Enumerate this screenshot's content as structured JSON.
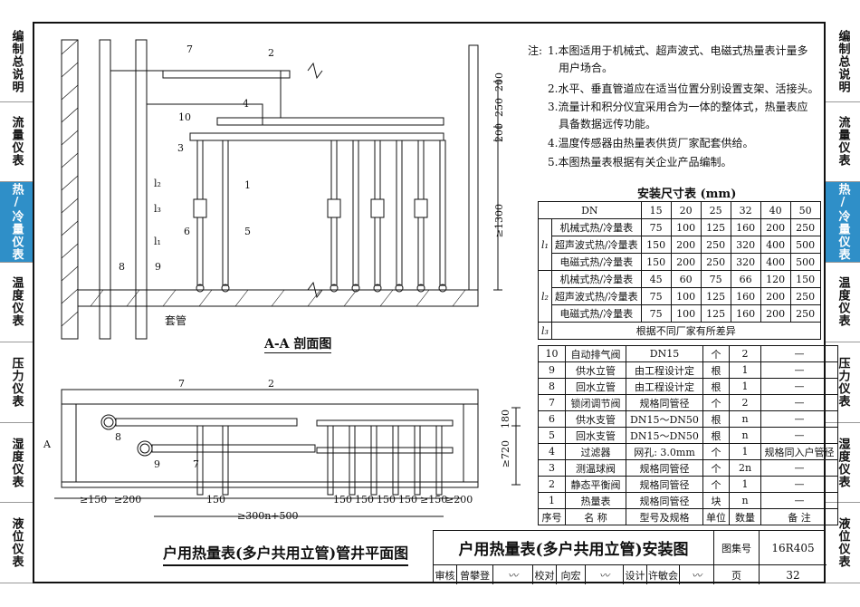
{
  "left_tabs": [
    {
      "label": "编制总说明",
      "active": false
    },
    {
      "label": "流量仪表",
      "active": false
    },
    {
      "label": "热/冷量仪表",
      "active": true
    },
    {
      "label": "温度仪表",
      "active": false
    },
    {
      "label": "压力仪表",
      "active": false
    },
    {
      "label": "湿度仪表",
      "active": false
    },
    {
      "label": "液位仪表",
      "active": false
    }
  ],
  "right_tabs": [
    {
      "label": "编制总说明",
      "active": false
    },
    {
      "label": "流量仪表",
      "active": false
    },
    {
      "label": "热/冷量仪表",
      "active": true
    },
    {
      "label": "温度仪表",
      "active": false
    },
    {
      "label": "压力仪表",
      "active": false
    },
    {
      "label": "湿度仪表",
      "active": false
    },
    {
      "label": "液位仪表",
      "active": false
    }
  ],
  "notes": {
    "prefix": "注:",
    "lines": [
      "1.本图适用于机械式、超声波式、电磁式热量表计量多",
      "用户场合。",
      "2.水平、垂直管道应在适当位置分别设置支架、活接头。",
      "3.流量计和积分仪宜采用合为一体的整体式，热量表应",
      "具备数据远传功能。",
      "4.温度传感器由热量表供货厂家配套供给。",
      "5.本图热量表根据有关企业产品编制。"
    ]
  },
  "size_table": {
    "caption": "安装尺寸表 (mm)",
    "header_dn": "DN",
    "dns": [
      "15",
      "20",
      "25",
      "32",
      "40",
      "50"
    ],
    "groups": [
      {
        "symbol": "l₁",
        "rows": [
          {
            "name": "机械式热/冷量表",
            "values": [
              "75",
              "100",
              "125",
              "160",
              "200",
              "250"
            ]
          },
          {
            "name": "超声波式热/冷量表",
            "values": [
              "150",
              "200",
              "250",
              "320",
              "400",
              "500"
            ]
          },
          {
            "name": "电磁式热/冷量表",
            "values": [
              "150",
              "200",
              "250",
              "320",
              "400",
              "500"
            ]
          }
        ]
      },
      {
        "symbol": "l₂",
        "rows": [
          {
            "name": "机械式热/冷量表",
            "values": [
              "45",
              "60",
              "75",
              "66",
              "120",
              "150"
            ]
          },
          {
            "name": "超声波式热/冷量表",
            "values": [
              "75",
              "100",
              "125",
              "160",
              "200",
              "250"
            ]
          },
          {
            "name": "电磁式热/冷量表",
            "values": [
              "75",
              "100",
              "125",
              "160",
              "200",
              "250"
            ]
          }
        ]
      }
    ],
    "l3_symbol": "l₃",
    "l3_text": "根据不同厂家有所差异"
  },
  "bom": {
    "rows": [
      {
        "no": "10",
        "name": "自动排气阀",
        "spec": "DN15",
        "unit": "个",
        "qty": "2",
        "note": "—"
      },
      {
        "no": "9",
        "name": "供水立管",
        "spec": "由工程设计定",
        "unit": "根",
        "qty": "1",
        "note": "—"
      },
      {
        "no": "8",
        "name": "回水立管",
        "spec": "由工程设计定",
        "unit": "根",
        "qty": "1",
        "note": "—"
      },
      {
        "no": "7",
        "name": "锁闭调节阀",
        "spec": "规格同管径",
        "unit": "个",
        "qty": "2",
        "note": "—"
      },
      {
        "no": "6",
        "name": "供水支管",
        "spec": "DN15～DN50",
        "unit": "根",
        "qty": "n",
        "note": "—"
      },
      {
        "no": "5",
        "name": "回水支管",
        "spec": "DN15～DN50",
        "unit": "根",
        "qty": "n",
        "note": "—"
      },
      {
        "no": "4",
        "name": "过滤器",
        "spec": "网孔: 3.0mm",
        "unit": "个",
        "qty": "1",
        "note": "规格同入户管径"
      },
      {
        "no": "3",
        "name": "测温球阀",
        "spec": "规格同管径",
        "unit": "个",
        "qty": "2n",
        "note": "—"
      },
      {
        "no": "2",
        "name": "静态平衡阀",
        "spec": "规格同管径",
        "unit": "个",
        "qty": "1",
        "note": "—"
      },
      {
        "no": "1",
        "name": "热量表",
        "spec": "规格同管径",
        "unit": "块",
        "qty": "n",
        "note": "—"
      }
    ],
    "header": {
      "no": "序号",
      "name": "名 称",
      "spec": "型号及规格",
      "unit": "单位",
      "qty": "数量",
      "note": "备 注"
    }
  },
  "section": {
    "title": "A-A 剖面图",
    "sleeve_label": "套管",
    "dims": [
      "200",
      "250",
      "200",
      "≥1300"
    ],
    "l_labels": [
      "l₂",
      "l₃",
      "l₁"
    ],
    "callouts": [
      "7",
      "2",
      "4",
      "10",
      "3",
      "1",
      "6",
      "5",
      "8",
      "9"
    ]
  },
  "plan": {
    "title": "户用热量表(多户共用立管)管井平面图",
    "dims_bottom": [
      "≥150",
      "≥200",
      "150",
      "≥300n+500",
      "150",
      "150",
      "150",
      "150",
      "≥150",
      "≥200"
    ],
    "dims_right": [
      "180",
      "≥720"
    ],
    "callouts": [
      "7",
      "2",
      "8",
      "9",
      "7"
    ],
    "section_mark": "A"
  },
  "title_block": {
    "title": "户用热量表(多户共用立管)安装图",
    "atlas_label": "图集号",
    "atlas_no": "16R405",
    "review_label": "审核",
    "review_name": "曾攀登",
    "check_label": "校对",
    "check_name": "向宏",
    "design_label": "设计",
    "design_name": "许敏会",
    "page_label": "页",
    "page_no": "32"
  }
}
